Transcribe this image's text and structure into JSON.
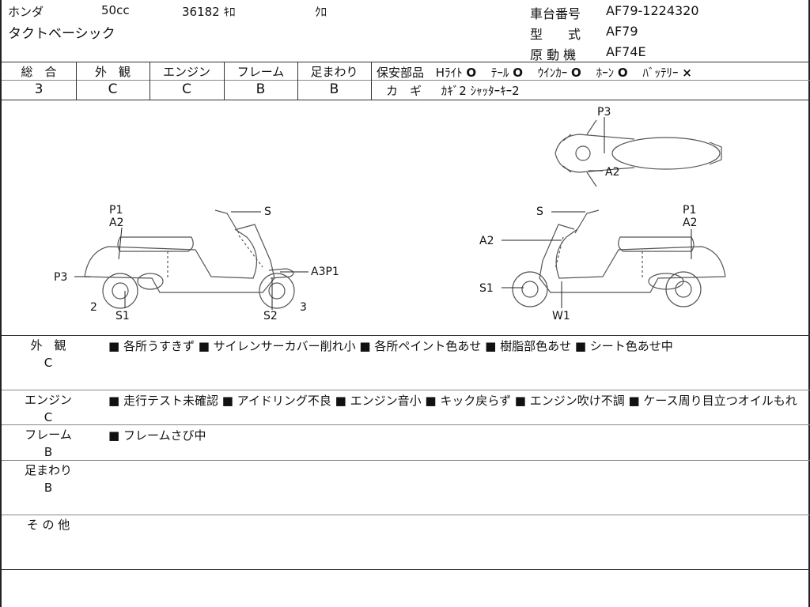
{
  "header": {
    "maker": "ホンダ",
    "displacement": "50cc",
    "mileage": "36182",
    "mileage_unit": "ｷﾛ",
    "color": "ｸﾛ",
    "model_name": "タクトベーシック",
    "frame_no_label": "車台番号",
    "frame_no": "AF79-1224320",
    "type_label": "型　　式",
    "type": "AF79",
    "engine_label": "原 動 機",
    "engine": "AF74E"
  },
  "grades": [
    {
      "label": "総　合",
      "value": "3"
    },
    {
      "label": "外　観",
      "value": "C"
    },
    {
      "label": "エンジン",
      "value": "C"
    },
    {
      "label": "フレーム",
      "value": "B"
    },
    {
      "label": "足まわり",
      "value": "B"
    }
  ],
  "safety": {
    "title": "保安部品",
    "items": [
      {
        "label": "Hﾗｲﾄ",
        "mark": "O"
      },
      {
        "label": "ﾃｰﾙ",
        "mark": "O"
      },
      {
        "label": "ｳｲﾝｶｰ",
        "mark": "O"
      },
      {
        "label": "ﾎｰﾝ",
        "mark": "O"
      },
      {
        "label": "ﾊﾞｯﾃﾘｰ",
        "mark": "×"
      }
    ],
    "key_label": "カ　ギ",
    "key_value": "ｶｷﾞ2 ｼｬｯﾀｰｷｰ2"
  },
  "diagram": {
    "left_labels": [
      "P1",
      "A2",
      "S",
      "P3",
      "A3P1",
      "2",
      "S1",
      "S2",
      "3"
    ],
    "right_labels": [
      "S",
      "A2",
      "P1",
      "A2",
      "S1",
      "W1"
    ],
    "top_labels": [
      "P3",
      "A2"
    ]
  },
  "notes": [
    {
      "label": "外　観",
      "grade": "C",
      "text": "■ 各所うすきず ■ サイレンサーカバー削れ小 ■ 各所ペイント色あせ ■ 樹脂部色あせ ■ シート色あせ中"
    },
    {
      "label": "エンジン",
      "grade": "C",
      "text": "■ 走行テスト未確認 ■ アイドリング不良 ■ エンジン音小 ■ キック戻らず ■ エンジン吹け不調 ■ ケース周り目立つオイルもれ"
    },
    {
      "label": "フレーム",
      "grade": "B",
      "text": "■ フレームさび中"
    },
    {
      "label": "足まわり",
      "grade": "B",
      "text": ""
    },
    {
      "label": "そ の 他",
      "grade": "",
      "text": ""
    }
  ]
}
